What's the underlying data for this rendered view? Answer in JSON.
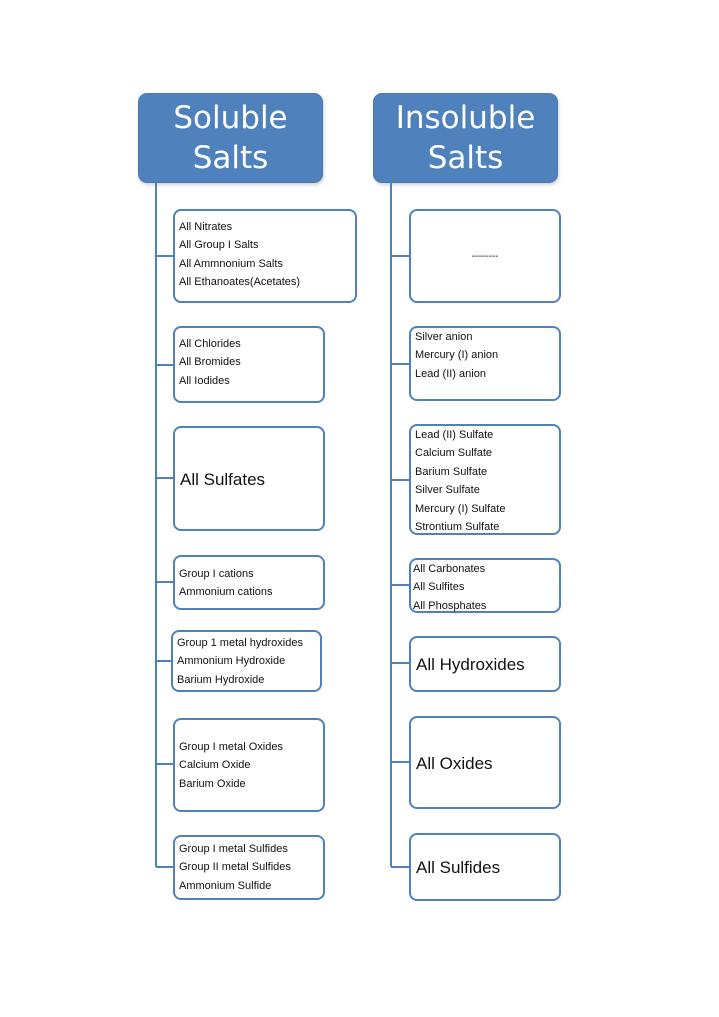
{
  "headers": {
    "soluble": [
      "Soluble",
      "Salts"
    ],
    "insoluble": [
      "Insoluble",
      "Salts"
    ]
  },
  "soluble_items": [
    [
      "All Nitrates",
      "All Group I Salts",
      "All Ammnonium Salts",
      "All Ethanoates(Acetates)"
    ],
    [
      "All Chlorides",
      "All  Bromides",
      "All Iodides"
    ],
    [
      "All Sulfates"
    ],
    [
      "Group I  cations",
      "Ammonium cations"
    ],
    [
      "Group 1 metal hydroxides",
      "Ammonium Hydroxide",
      "Barium Hydroxide"
    ],
    [
      "Group I metal Oxides",
      "Calcium Oxide",
      "Barium Oxide"
    ],
    [
      "Group I metal Sulfides",
      "Group II metal Sulfides",
      "Ammonium Sulfide"
    ]
  ],
  "insoluble_items": [
    [
      "--------"
    ],
    [
      "Silver anion",
      "Mercury (I) anion",
      "Lead (II) anion"
    ],
    [
      "Lead (II) Sulfate",
      "Calcium Sulfate",
      "Barium Sulfate",
      "Silver Sulfate",
      "Mercury (I) Sulfate",
      "Strontium Sulfate"
    ],
    [
      "All Carbonates",
      "All Sulfites",
      "All Phosphates"
    ],
    [
      "All Hydroxides"
    ],
    [
      "All Oxides"
    ],
    [
      "All Sulfides"
    ]
  ],
  "colors": {
    "accent": "#4f81bd",
    "header_text": "#ffffff",
    "body_text": "#111111"
  }
}
